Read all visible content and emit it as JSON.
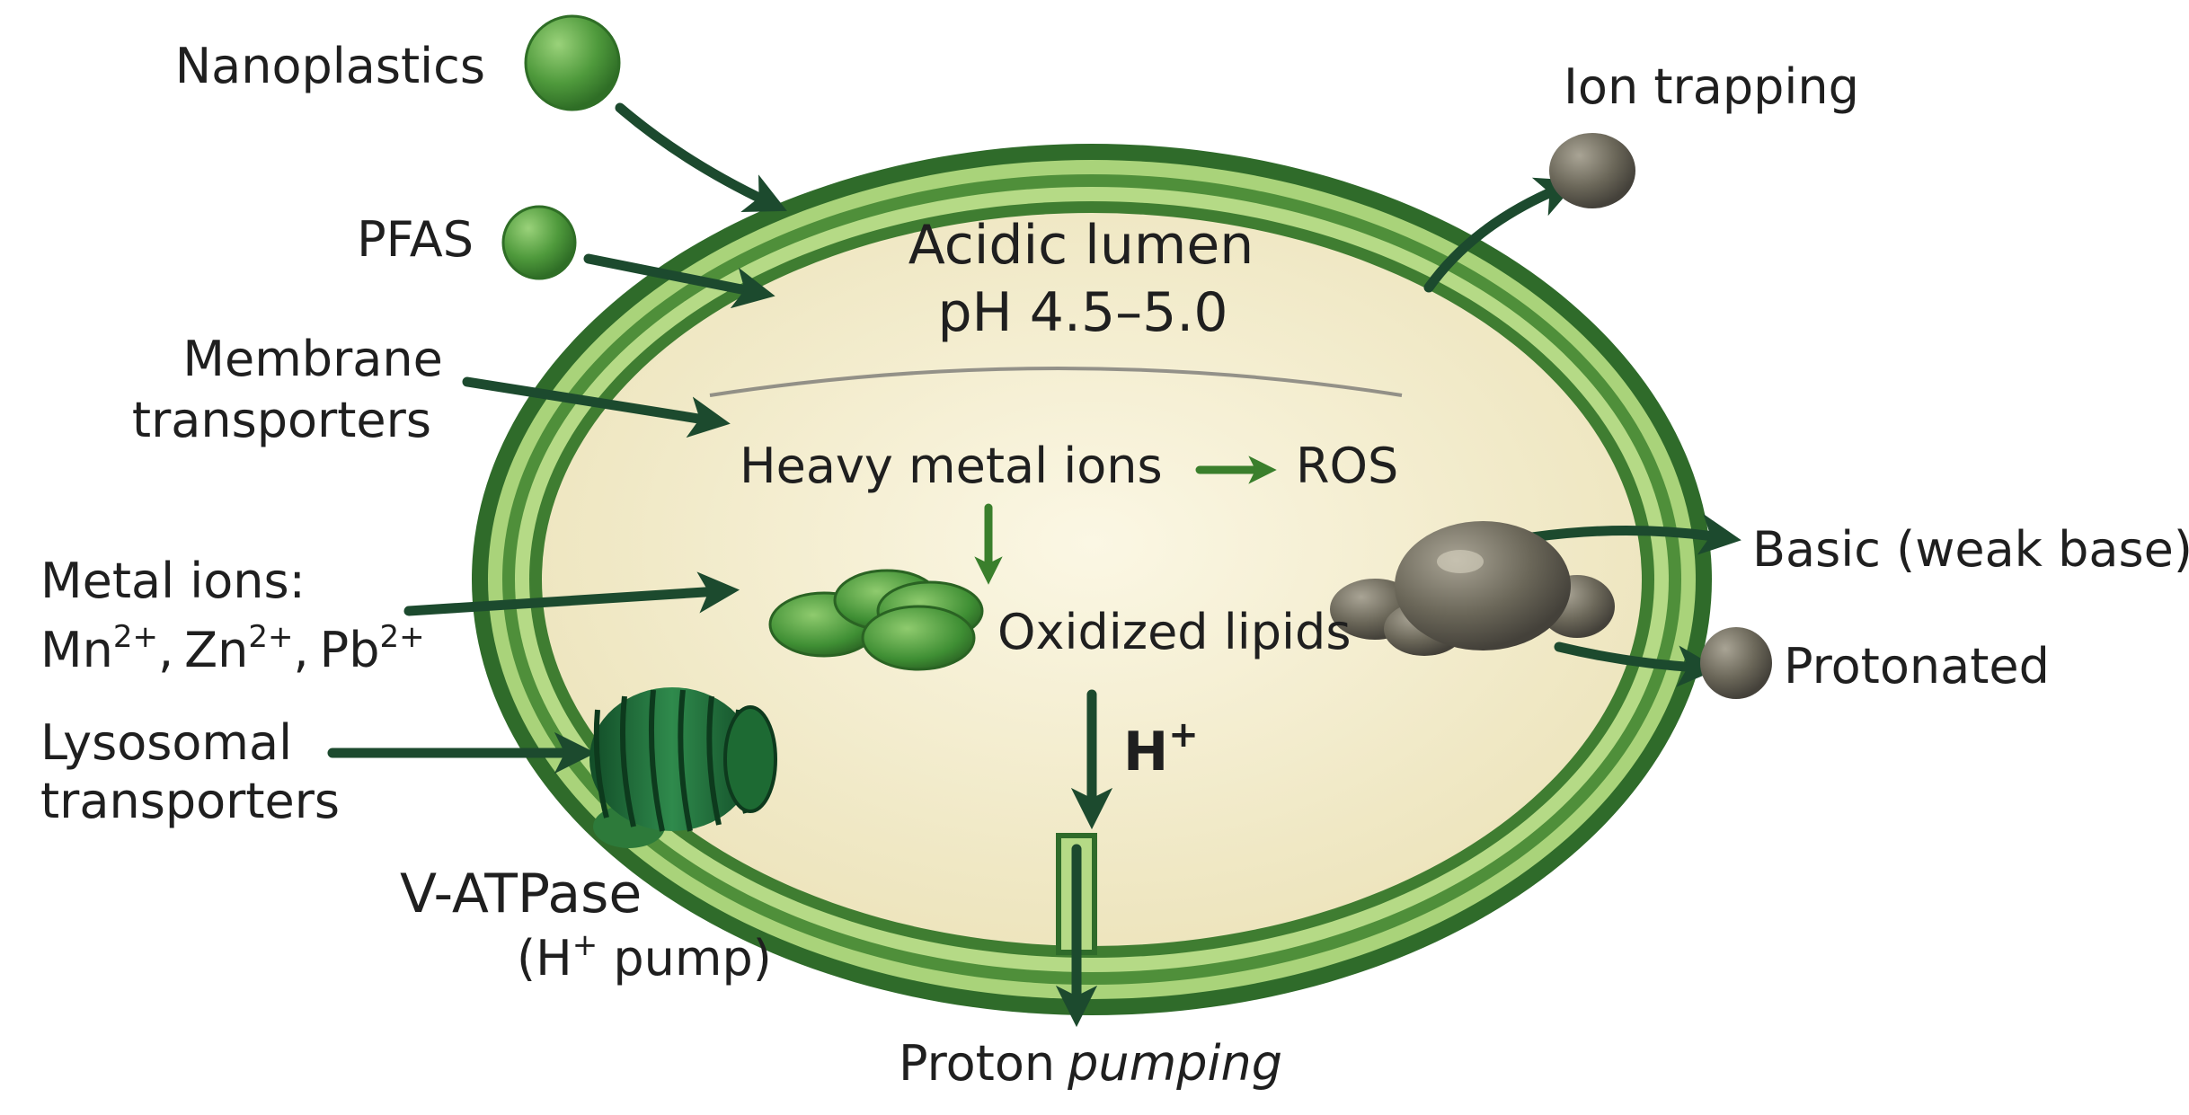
{
  "labels": {
    "nanoplastics": "Nanoplastics",
    "pfas": "PFAS",
    "membrane_transporters": [
      "Membrane",
      "transporters"
    ],
    "metal_ions": {
      "line1": "Metal ions:",
      "mn": "Mn",
      "zn": "Zn",
      "pb": "Pb",
      "charge": "2+",
      "sep": ","
    },
    "lysosomal_transporters": [
      "Lysosomal",
      "transporters"
    ],
    "vatpase": "V-ATPase",
    "h_pump": {
      "open": "(H",
      "plus": "+",
      "rest": " pump)"
    },
    "proton_pumping": {
      "word1": "Proton",
      "word2": "pumping"
    },
    "ion_trapping": "Ion trapping",
    "basic_weak_base": "Basic (weak base)",
    "protonated": "Protonated",
    "acidic_lumen": "Acidic lumen",
    "ph_range": "pH 4.5–5.0",
    "heavy_metal_ions": "Heavy metal ions",
    "ros": "ROS",
    "oxidized_lipids": "Oxidized lipids",
    "h_plus": {
      "h": "H",
      "plus": "+"
    }
  },
  "colors": {
    "membrane_dark": "#2f6b2a",
    "membrane_light": "#a9d37a",
    "lumen": "#f5f0d2",
    "arrow": "#1c4a2e",
    "green_particle": "#5aa645",
    "gray_particle": "#6e6a5c",
    "pump": "#1f6e3c"
  },
  "icons": {
    "nanoplastic": "green-sphere-icon",
    "pfas": "green-sphere-icon",
    "ion_trapped": "gray-sphere-icon",
    "weak_base": "gray-cluster-icon",
    "protonated": "gray-sphere-icon",
    "lipids": "green-lipid-cluster-icon",
    "pump": "v-atpase-pump-icon"
  }
}
